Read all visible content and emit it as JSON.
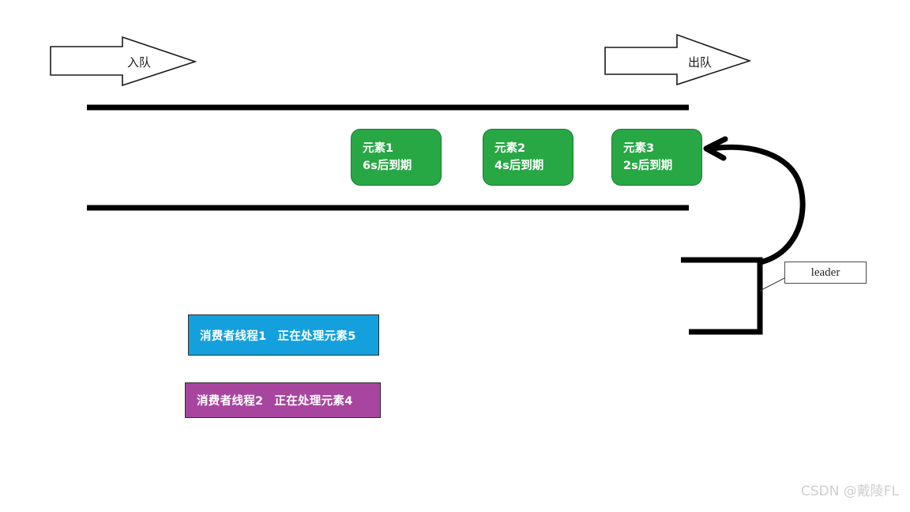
{
  "diagram": {
    "title": "DelayQueue leader-follower queue diagram",
    "colors": {
      "element_fill": "#28a745",
      "element_border": "#1d7a34",
      "thread1_fill": "#14a0dd",
      "thread2_fill": "#a8459f",
      "line": "#000000",
      "watermark": "#cfcfcf"
    },
    "arrows": [
      {
        "name": "enqueue-arrow",
        "label": "入队"
      },
      {
        "name": "dequeue-arrow",
        "label": "出队"
      }
    ],
    "queue": {
      "top_rail": "",
      "bottom_rail": "",
      "elements": [
        {
          "name": "元素1",
          "expiry": "6s后到期"
        },
        {
          "name": "元素2",
          "expiry": "4s后到期"
        },
        {
          "name": "元素3",
          "expiry": "2s后到期"
        }
      ]
    },
    "threads": [
      {
        "id": "消费者线程1",
        "status": "正在处理元素5"
      },
      {
        "id": "消费者线程2",
        "status": "正在处理元素4"
      }
    ],
    "leader": {
      "label": "leader"
    },
    "watermark": "CSDN @戴陵FL"
  }
}
